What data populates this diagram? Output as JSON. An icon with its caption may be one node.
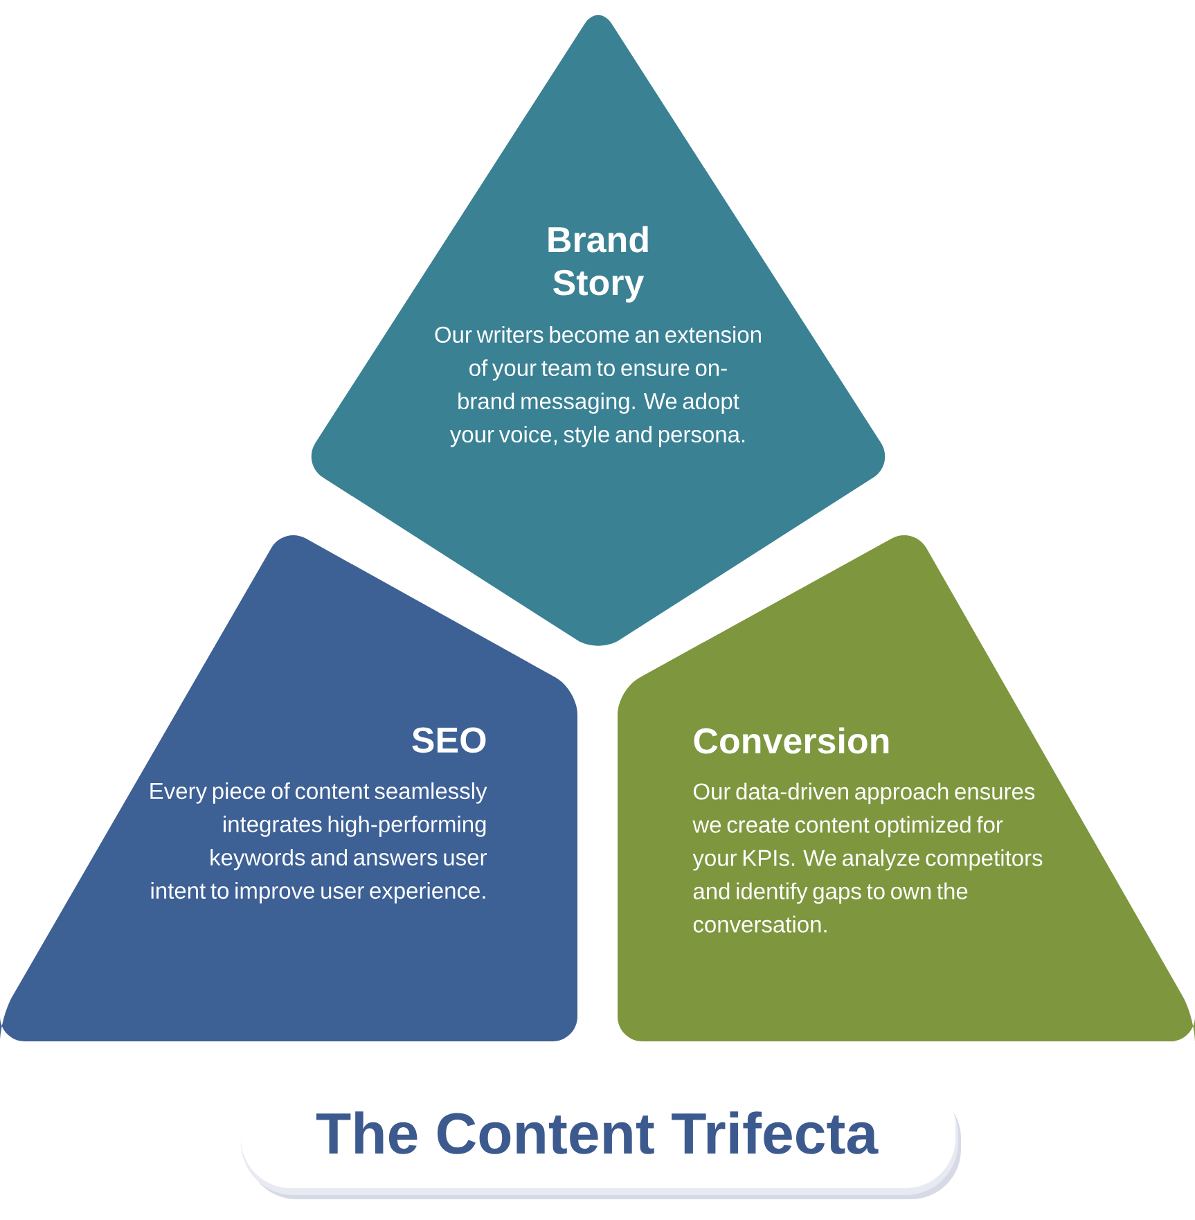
{
  "diagram": {
    "title": "The Content Trifecta",
    "nodes": [
      {
        "text": [
          "Brand Story",
          "Our writers become an extension of your team to ensure on-brand messaging. We adopt your voice, style and persona."
        ]
      },
      {
        "text": [
          "SEO",
          "Every piece of content seamlessly integrates high-performing keywords and answers user intent to improve user experience."
        ]
      },
      {
        "text": [
          "Conversion",
          "Our data-driven approach ensures we create content optimized for your KPIs. We analyze competitors and identify gaps to own the conversation."
        ]
      }
    ]
  }
}
